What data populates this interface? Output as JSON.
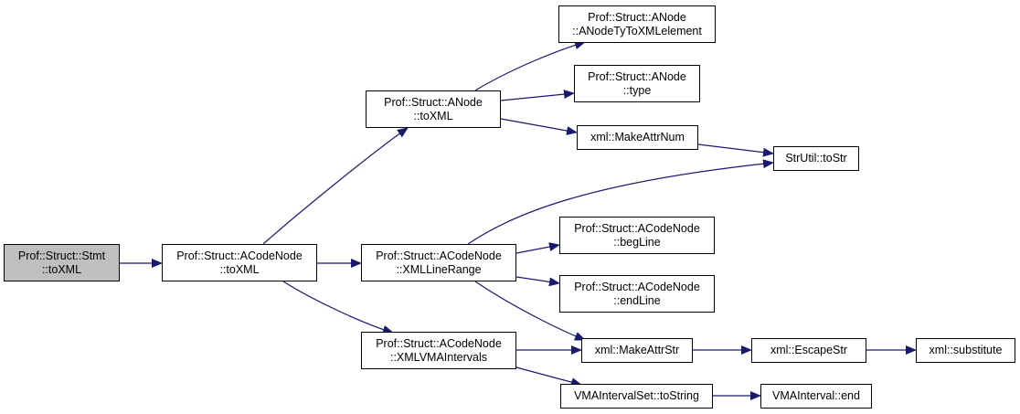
{
  "diagram": {
    "type": "call-graph",
    "colors": {
      "edge": "#191970",
      "node_border": "#000000",
      "node_fill": "#ffffff",
      "root_fill": "#bfbfbf"
    },
    "nodes": [
      {
        "id": "stmt_toXML",
        "lines": [
          "Prof::Struct::Stmt",
          "::toXML"
        ],
        "root": true
      },
      {
        "id": "acode_toXML",
        "lines": [
          "Prof::Struct::ACodeNode",
          "::toXML"
        ]
      },
      {
        "id": "anode_toXML",
        "lines": [
          "Prof::Struct::ANode",
          "::toXML"
        ]
      },
      {
        "id": "xmlLineRange",
        "lines": [
          "Prof::Struct::ACodeNode",
          "::XMLLineRange"
        ]
      },
      {
        "id": "xmlVMAIntervals",
        "lines": [
          "Prof::Struct::ACodeNode",
          "::XMLVMAIntervals"
        ]
      },
      {
        "id": "anodeTy",
        "lines": [
          "Prof::Struct::ANode",
          "::ANodeTyToXMLelement"
        ]
      },
      {
        "id": "anode_type",
        "lines": [
          "Prof::Struct::ANode",
          "::type"
        ]
      },
      {
        "id": "makeAttrNum",
        "lines": [
          "xml::MakeAttrNum"
        ]
      },
      {
        "id": "strUtil_toStr",
        "lines": [
          "StrUtil::toStr"
        ]
      },
      {
        "id": "begLine",
        "lines": [
          "Prof::Struct::ACodeNode",
          "::begLine"
        ]
      },
      {
        "id": "endLine",
        "lines": [
          "Prof::Struct::ACodeNode",
          "::endLine"
        ]
      },
      {
        "id": "makeAttrStr",
        "lines": [
          "xml::MakeAttrStr"
        ]
      },
      {
        "id": "escapeStr",
        "lines": [
          "xml::EscapeStr"
        ]
      },
      {
        "id": "substitute",
        "lines": [
          "xml::substitute"
        ]
      },
      {
        "id": "vmaSet_toString",
        "lines": [
          "VMAIntervalSet::toString"
        ]
      },
      {
        "id": "vmaInterval_end",
        "lines": [
          "VMAInterval::end"
        ]
      }
    ],
    "edges": [
      {
        "from": "stmt_toXML",
        "to": "acode_toXML"
      },
      {
        "from": "acode_toXML",
        "to": "anode_toXML"
      },
      {
        "from": "acode_toXML",
        "to": "xmlLineRange"
      },
      {
        "from": "acode_toXML",
        "to": "xmlVMAIntervals"
      },
      {
        "from": "anode_toXML",
        "to": "anodeTy"
      },
      {
        "from": "anode_toXML",
        "to": "anode_type"
      },
      {
        "from": "anode_toXML",
        "to": "makeAttrNum"
      },
      {
        "from": "makeAttrNum",
        "to": "strUtil_toStr"
      },
      {
        "from": "xmlLineRange",
        "to": "strUtil_toStr"
      },
      {
        "from": "xmlLineRange",
        "to": "begLine"
      },
      {
        "from": "xmlLineRange",
        "to": "endLine"
      },
      {
        "from": "xmlLineRange",
        "to": "makeAttrStr"
      },
      {
        "from": "xmlVMAIntervals",
        "to": "makeAttrStr"
      },
      {
        "from": "xmlVMAIntervals",
        "to": "vmaSet_toString"
      },
      {
        "from": "makeAttrStr",
        "to": "escapeStr"
      },
      {
        "from": "escapeStr",
        "to": "substitute"
      },
      {
        "from": "vmaSet_toString",
        "to": "vmaInterval_end"
      }
    ]
  }
}
